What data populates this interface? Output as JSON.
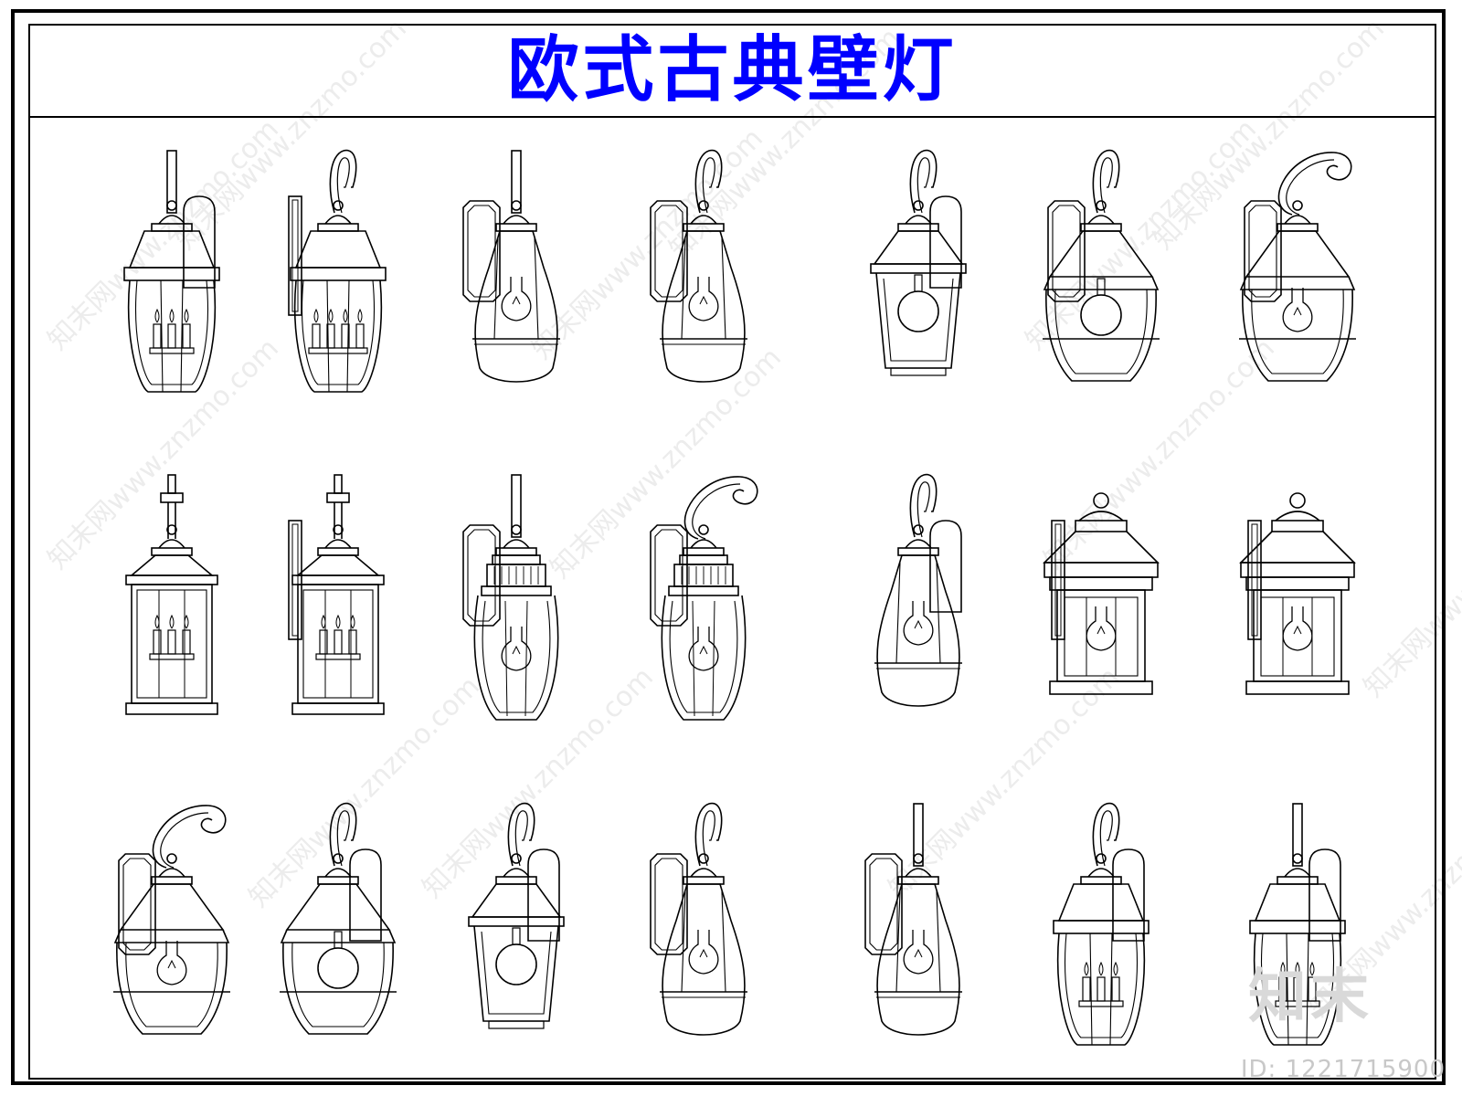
{
  "title": "欧式古典壁灯",
  "watermark": {
    "brand": "知末",
    "id": "ID: 1221715900",
    "site": "知末网www.znzmo.com"
  },
  "lamps": [
    {
      "row": 0,
      "col": 0,
      "arm": "straight",
      "body": "lantern",
      "bulb": "candles3",
      "plate": "arch"
    },
    {
      "row": 0,
      "col": 1,
      "arm": "curve",
      "body": "lantern",
      "bulb": "candles4",
      "plate": "rect"
    },
    {
      "row": 0,
      "col": 2,
      "arm": "straight",
      "body": "bell",
      "bulb": "bulb",
      "plate": "oct"
    },
    {
      "row": 0,
      "col": 3,
      "arm": "curve",
      "body": "bell",
      "bulb": "bulb",
      "plate": "oct"
    },
    {
      "row": 0,
      "col": 4,
      "arm": "curve",
      "body": "box",
      "bulb": "globe",
      "plate": "arch"
    },
    {
      "row": 0,
      "col": 5,
      "arm": "curve",
      "body": "hex",
      "bulb": "globe",
      "plate": "oct"
    },
    {
      "row": 0,
      "col": 6,
      "arm": "scroll",
      "body": "hex",
      "bulb": "bulb",
      "plate": "oct"
    },
    {
      "row": 1,
      "col": 0,
      "arm": "rod",
      "body": "cylinder",
      "bulb": "candles3",
      "plate": "none"
    },
    {
      "row": 1,
      "col": 1,
      "arm": "rod",
      "body": "cylinder",
      "bulb": "candles3",
      "plate": "rect"
    },
    {
      "row": 1,
      "col": 2,
      "arm": "straight",
      "body": "urn",
      "bulb": "bulb",
      "plate": "oct"
    },
    {
      "row": 1,
      "col": 3,
      "arm": "scroll",
      "body": "urn",
      "bulb": "bulb",
      "plate": "oct"
    },
    {
      "row": 1,
      "col": 4,
      "arm": "curve",
      "body": "bell",
      "bulb": "bulb",
      "plate": "arch"
    },
    {
      "row": 1,
      "col": 5,
      "arm": "none",
      "body": "pagoda",
      "bulb": "bulb",
      "plate": "rect"
    },
    {
      "row": 1,
      "col": 6,
      "arm": "none",
      "body": "pagoda",
      "bulb": "bulb",
      "plate": "rect"
    },
    {
      "row": 2,
      "col": 0,
      "arm": "scroll",
      "body": "hex",
      "bulb": "bulb",
      "plate": "oct"
    },
    {
      "row": 2,
      "col": 1,
      "arm": "curve",
      "body": "hex",
      "bulb": "globe",
      "plate": "arch"
    },
    {
      "row": 2,
      "col": 2,
      "arm": "curve",
      "body": "box",
      "bulb": "globe",
      "plate": "arch"
    },
    {
      "row": 2,
      "col": 3,
      "arm": "curve",
      "body": "bell",
      "bulb": "bulb",
      "plate": "oct"
    },
    {
      "row": 2,
      "col": 4,
      "arm": "straight",
      "body": "bell",
      "bulb": "bulb",
      "plate": "oct"
    },
    {
      "row": 2,
      "col": 5,
      "arm": "curve",
      "body": "lantern",
      "bulb": "candles3",
      "plate": "arch"
    },
    {
      "row": 2,
      "col": 6,
      "arm": "straight",
      "body": "lantern",
      "bulb": "candles3",
      "plate": "arch"
    }
  ]
}
